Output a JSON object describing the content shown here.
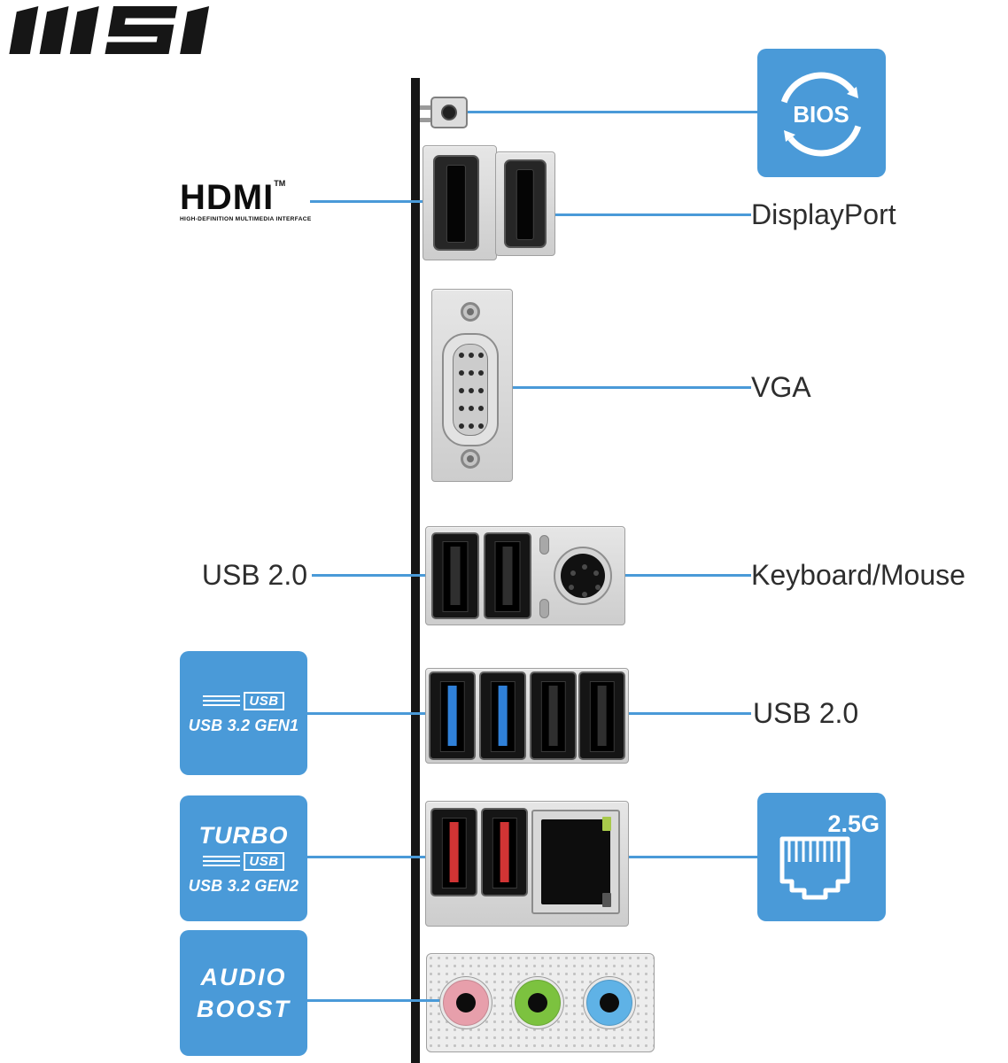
{
  "brand": {
    "wordmark": "MSI"
  },
  "colors": {
    "accent": "#4a9ad8",
    "panel_bar": "#161616",
    "audio_mic": "#e79fab",
    "audio_line_out": "#7cc23f",
    "audio_line_in": "#5fb2e6"
  },
  "hdmi_logo": {
    "wordmark": "HDMI",
    "tm": "TM",
    "subtitle": "HIGH-DEFINITION MULTIMEDIA INTERFACE"
  },
  "bios_icon": {
    "label": "BIOS"
  },
  "lan_icon": {
    "label": "2.5G"
  },
  "labels": {
    "displayport": "DisplayPort",
    "vga": "VGA",
    "usb20_left": "USB 2.0",
    "keyboard_mouse": "Keyboard/Mouse",
    "usb20_right": "USB 2.0"
  },
  "badges": {
    "gen1": {
      "usb_tag": "USB",
      "label": "USB 3.2 GEN1"
    },
    "gen2": {
      "turbo": "TURBO",
      "usb_tag": "USB",
      "label": "USB 3.2 GEN2"
    },
    "audio": {
      "line1": "AUDIO",
      "line2": "BOOST"
    }
  }
}
